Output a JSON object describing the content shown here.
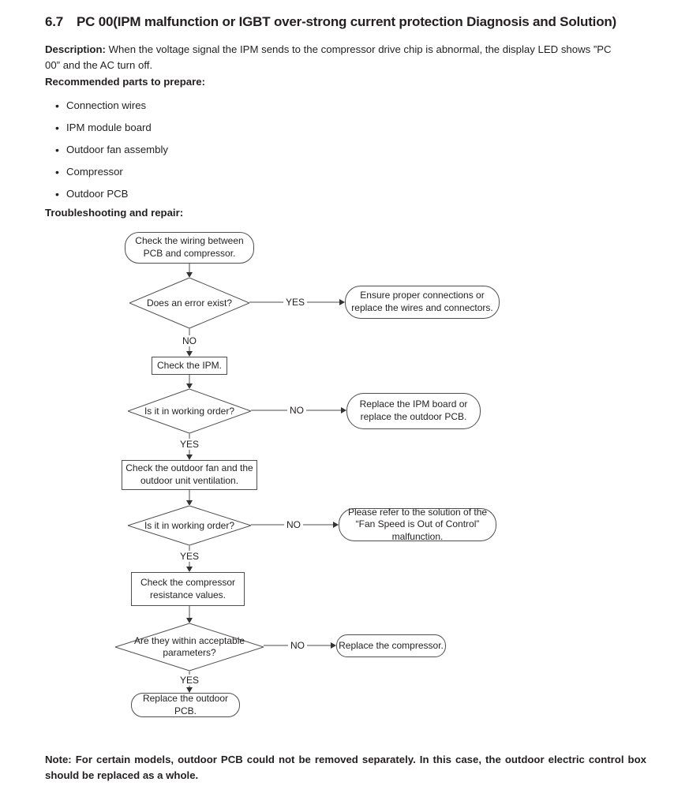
{
  "page": {
    "section_number": "6.7",
    "title": "PC 00(IPM malfunction or IGBT over-strong current protection Diagnosis and Solution)",
    "description_label": "Description:",
    "description_text": " When the voltage signal the IPM sends to the compressor drive chip is abnormal, the display LED shows ”PC 00” and the AC turn off.",
    "parts_heading": "Recommended parts to prepare:",
    "parts": [
      "Connection wires",
      "IPM module board",
      "Outdoor fan assembly",
      "Compressor",
      "Outdoor PCB"
    ],
    "troubleshooting_heading": "Troubleshooting and repair:",
    "note_label": "Note:",
    "note_text": " For certain models, outdoor PCB could not be removed separately. In this case, the outdoor electric control box should be replaced as a whole."
  },
  "flowchart": {
    "start": {
      "text": "Check the wiring between PCB and compressor."
    },
    "decision1": {
      "text": "Does an error exist?",
      "right_label": "YES",
      "down_label": "NO"
    },
    "result1": {
      "text": "Ensure proper connections or replace the wires and connectors."
    },
    "process2": {
      "text": "Check the IPM."
    },
    "decision2": {
      "text": "Is it in working order?",
      "right_label": "NO",
      "down_label": "YES"
    },
    "result2": {
      "text": "Replace the IPM board or replace the outdoor PCB."
    },
    "process3": {
      "text": "Check the outdoor fan and the outdoor unit ventilation."
    },
    "decision3": {
      "text": "Is it in working order?",
      "right_label": "NO",
      "down_label": "YES"
    },
    "result3": {
      "text": "Please refer to the solution of the “Fan Speed is Out of Control” malfunction."
    },
    "process4": {
      "text": "Check the compressor resistance values."
    },
    "decision4": {
      "text": "Are they within acceptable parameters?",
      "right_label": "NO",
      "down_label": "YES"
    },
    "result4": {
      "text": "Replace the compressor."
    },
    "end": {
      "text": "Replace the outdoor PCB."
    }
  },
  "colors": {
    "text": "#231f20",
    "line": "#4d4d4d"
  }
}
